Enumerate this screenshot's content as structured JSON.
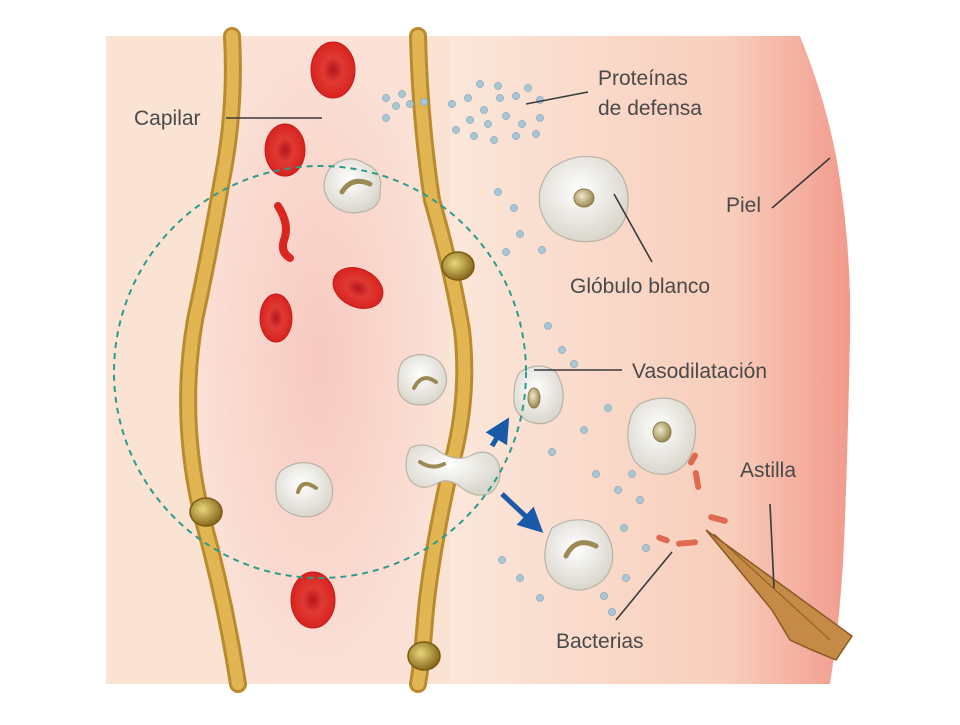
{
  "labels": {
    "capilar": "Capilar",
    "proteinas_line1": "Proteínas",
    "proteinas_line2": "de defensa",
    "piel": "Piel",
    "globulo": "Glóbulo blanco",
    "vasodilatacion": "Vasodilatación",
    "astilla": "Astilla",
    "bacterias": "Bacterias"
  },
  "colors": {
    "tissue": "#fbe3d4",
    "skin_edge": "#f4a79a",
    "vessel_wall": "#d9a441",
    "red_cell": "#e0262a",
    "white_cell": "#efeeea",
    "protein_dot": "#a9c6d4",
    "arrow": "#1a5aa8",
    "dashed_circle": "#2e9a8a",
    "splinter": "#b07a3a",
    "bacteria": "#e06a50"
  }
}
